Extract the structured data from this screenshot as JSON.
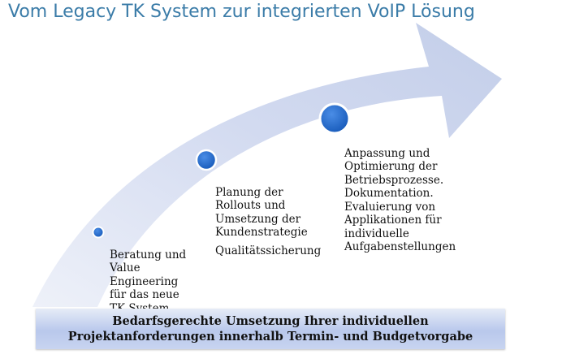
{
  "title": "Vom Legacy TK System zur integrierten VoIP Lösung",
  "steps": [
    {
      "text": "Beratung und\nValue\nEngineering\nfür das neue\nTK System",
      "extra": ""
    },
    {
      "text": "Planung der\nRollouts und\nUmsetzung der\nKundenstrategie",
      "extra": "Qualitätssicherung"
    },
    {
      "text": "Anpassung und\nOptimierung der\nBetriebsprozesse.\nDokumentation.\nEvaluierung von\nApplikationen für\nindividuelle\nAufgabenstellungen",
      "extra": ""
    }
  ],
  "banner": {
    "line1": "Bedarfsgerechte Umsetzung Ihrer individuellen",
    "line2": "Projektanforderungen innerhalb Termin- und Budgetvorgabe"
  },
  "colors": {
    "title": "#3b7ca8",
    "arrow": "#c7d1ea",
    "dot": "#1f66c8",
    "banner": "#b9c8ec"
  }
}
